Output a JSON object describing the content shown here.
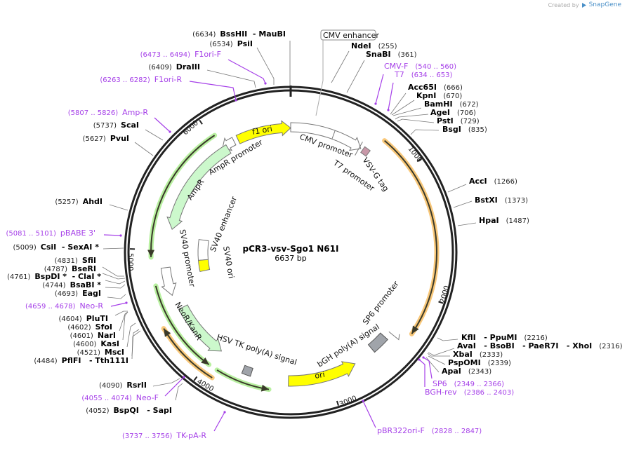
{
  "header": {
    "created_by": "Created by",
    "brand": "SnapGene",
    "brand_icon": "snapgene-logo-icon"
  },
  "plasmid": {
    "name": "pCR3-vsv-Sgo1 N61I",
    "length": "6637 bp"
  },
  "colors": {
    "primer": "#a53fe8",
    "yellow": "#ffff00",
    "light_green": "#ccf8cc",
    "orange": "#f9c87a",
    "gray": "#a0a4aa",
    "pink": "#c898a8"
  },
  "ticks": [
    "1000",
    "2000",
    "3000",
    "4000",
    "5000",
    "6000"
  ],
  "features": {
    "cmv_enhancer": "CMV enhancer",
    "cmv_promoter": "CMV promoter",
    "t7_promoter": "T7 promoter",
    "vsvg_tag": "VSV-G tag",
    "f1_ori": "f1 ori",
    "ampr_promoter": "AmpR promoter",
    "ampr": "AmpR",
    "sv40_enhancer": "SV40 enhancer",
    "sv40_promoter": "SV40 promoter",
    "sv40_ori": "SV40 ori",
    "neor": "NeoR/KanR",
    "hsv_tk": "HSV TK poly(A) signal",
    "bgh": "bGH poly(A) signal",
    "sp6_promoter": "SP6 promoter",
    "ori": "ori"
  },
  "sites": [
    {
      "pos": "(6634)",
      "name": "BssHII  - MauBI"
    },
    {
      "pos": "(6534)",
      "name": "PsiI"
    },
    {
      "pos": "(6473 .. 6494)",
      "name": "F1ori-F",
      "primer": true
    },
    {
      "pos": "(6409)",
      "name": "DraIII"
    },
    {
      "pos": "(6263 .. 6282)",
      "name": "F1ori-R",
      "primer": true
    },
    {
      "pos": "(5807 .. 5826)",
      "name": "Amp-R",
      "primer": true
    },
    {
      "pos": "(5737)",
      "name": "ScaI"
    },
    {
      "pos": "(5627)",
      "name": "PvuI"
    },
    {
      "pos": "(5257)",
      "name": "AhdI"
    },
    {
      "pos": "(5081 .. 5101)",
      "name": "pBABE 3'",
      "primer": true
    },
    {
      "pos": "(5009)",
      "name": "CsiI  - SexAI *"
    },
    {
      "pos": "(4831)",
      "name": "SfiI"
    },
    {
      "pos": "(4787)",
      "name": "BseRI"
    },
    {
      "pos": "(4761)",
      "name": "BspDI *  - ClaI *"
    },
    {
      "pos": "(4744)",
      "name": "BsaBI *"
    },
    {
      "pos": "(4693)",
      "name": "EagI"
    },
    {
      "pos": "(4659 .. 4678)",
      "name": "Neo-R",
      "primer": true
    },
    {
      "pos": "(4604)",
      "name": "PluTI"
    },
    {
      "pos": "(4602)",
      "name": "SfoI"
    },
    {
      "pos": "(4601)",
      "name": "NarI"
    },
    {
      "pos": "(4600)",
      "name": "KasI"
    },
    {
      "pos": "(4521)",
      "name": "MscI"
    },
    {
      "pos": "(4484)",
      "name": "PflFI   - Tth111I"
    },
    {
      "pos": "(4090)",
      "name": "RsrII"
    },
    {
      "pos": "(4055 .. 4074)",
      "name": "Neo-F",
      "primer": true
    },
    {
      "pos": "(4052)",
      "name": "BspQI   - SapI"
    },
    {
      "pos": "(3737 .. 3756)",
      "name": "TK-pA-R",
      "primer": true
    },
    {
      "pos": "(255)",
      "name": "NdeI"
    },
    {
      "pos": "(361)",
      "name": "SnaBI"
    },
    {
      "pos": "(540 .. 560)",
      "name": "CMV-F",
      "primer": true
    },
    {
      "pos": "(634 .. 653)",
      "name": "T7",
      "primer": true
    },
    {
      "pos": "(666)",
      "name": "Acc65I"
    },
    {
      "pos": "(670)",
      "name": "KpnI"
    },
    {
      "pos": "(672)",
      "name": "BamHI"
    },
    {
      "pos": "(706)",
      "name": "AgeI"
    },
    {
      "pos": "(729)",
      "name": "PstI"
    },
    {
      "pos": "(835)",
      "name": "BsgI"
    },
    {
      "pos": "(1266)",
      "name": "AccI"
    },
    {
      "pos": "(1373)",
      "name": "BstXI"
    },
    {
      "pos": "(1487)",
      "name": "HpaI"
    },
    {
      "pos": "(2216)",
      "name": "KflI   - PpuMI"
    },
    {
      "pos": "(2316)",
      "name": "AvaI   - BsoBI   - PaeR7I   - XhoI"
    },
    {
      "pos": "(2333)",
      "name": "XbaI"
    },
    {
      "pos": "(2339)",
      "name": "PspOMI"
    },
    {
      "pos": "(2343)",
      "name": "ApaI"
    },
    {
      "pos": "(2349 .. 2366)",
      "name": "SP6",
      "primer": true
    },
    {
      "pos": "(2386 .. 2403)",
      "name": "BGH-rev",
      "primer": true
    },
    {
      "pos": "(2828 .. 2847)",
      "name": "pBR322ori-F",
      "primer": true
    }
  ]
}
